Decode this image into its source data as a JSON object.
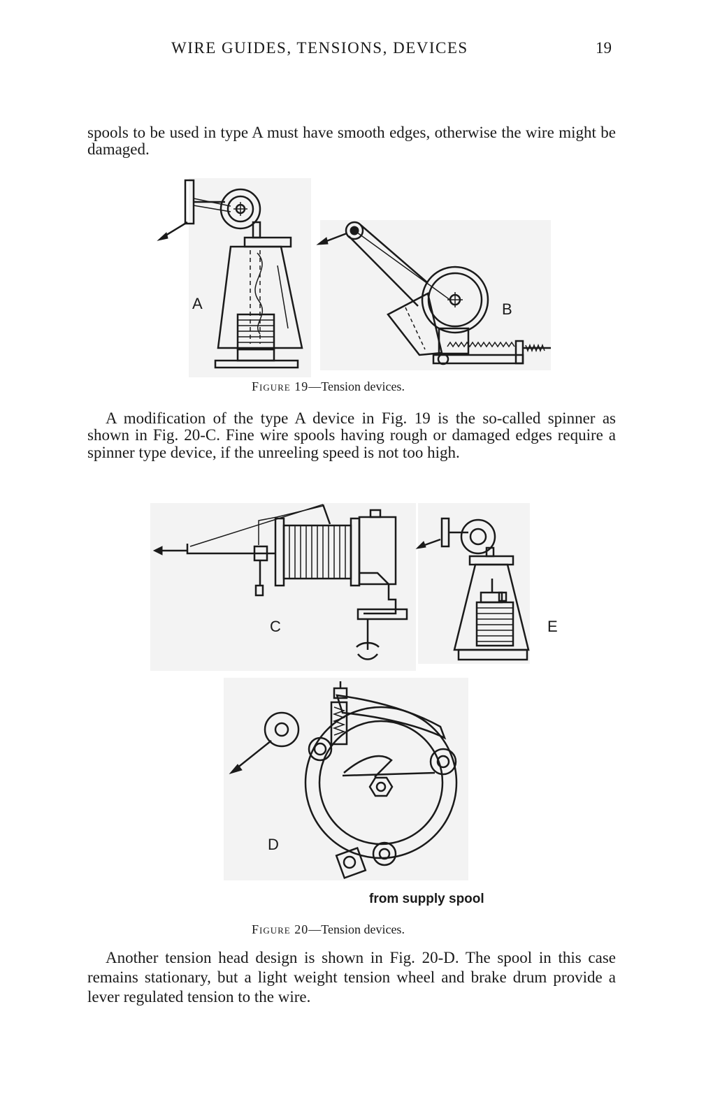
{
  "header": {
    "running_head": "WIRE GUIDES, TENSIONS, DEVICES",
    "page_number": "19"
  },
  "paragraphs": {
    "p1": "spools to be used in type A must have smooth edges, otherwise the wire might be damaged.",
    "p2": "A modification of the type A device in Fig. 19 is the so-called spinner as shown in Fig. 20-C. Fine wire spools having rough or damaged edges require a spinner type device, if the unreeling speed is not too high.",
    "p3": "Another tension head design is shown in Fig. 20-D. The spool in this case remains stationary, but a light weight tension wheel and brake drum provide a lever regulated tension to the wire."
  },
  "figure19": {
    "caption_label": "Figure 19",
    "caption_text": "—Tension devices.",
    "label_a": "A",
    "label_b": "B"
  },
  "figure20": {
    "caption_label": "Figure 20",
    "caption_text": "—Tension devices.",
    "label_c": "C",
    "label_d": "D",
    "label_e": "E",
    "supply_label": "from supply spool"
  }
}
